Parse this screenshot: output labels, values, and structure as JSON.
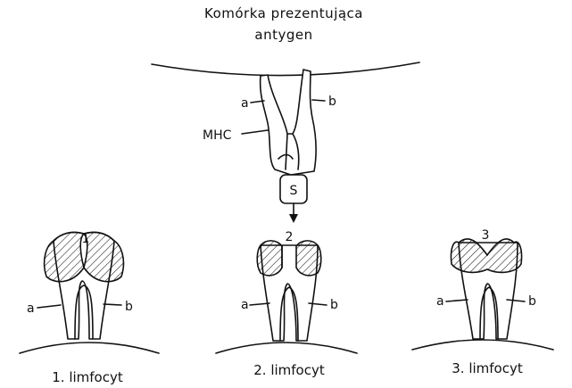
{
  "apc": {
    "title_line1": "Komórka prezentująca",
    "title_line2": "antygen",
    "label_a": "a",
    "label_b": "b",
    "label_mhc": "MHC",
    "label_s": "S"
  },
  "lymphocytes": [
    {
      "number": "1",
      "label_a": "a",
      "label_b": "b",
      "caption": "1. limfocyt"
    },
    {
      "number": "2",
      "label_a": "a",
      "label_b": "b",
      "caption": "2. limfocyt"
    },
    {
      "number": "3",
      "label_a": "a",
      "label_b": "b",
      "caption": "3. limfocyt"
    }
  ]
}
